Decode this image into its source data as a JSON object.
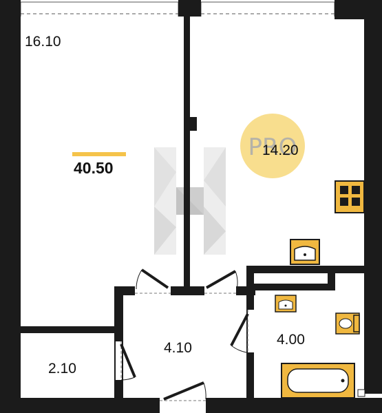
{
  "plan": {
    "total_area": "40.50",
    "rooms": {
      "living_room": "16.10",
      "kitchen": "14.20",
      "hallway": "4.10",
      "bathroom": "4.00",
      "storage": "2.10"
    },
    "watermark": "PRO"
  },
  "colors": {
    "wall": "#1b1b1b",
    "fixture": "#f0b840",
    "accent": "#f5c34a",
    "badge": "#f8de8e",
    "logo_light": "#ececec",
    "logo_dark": "#c9c9c9"
  },
  "icons": [
    "stove-icon",
    "kitchen-sink-icon",
    "washbasin-icon",
    "toilet-icon",
    "bathtub-icon",
    "logo-mark"
  ]
}
